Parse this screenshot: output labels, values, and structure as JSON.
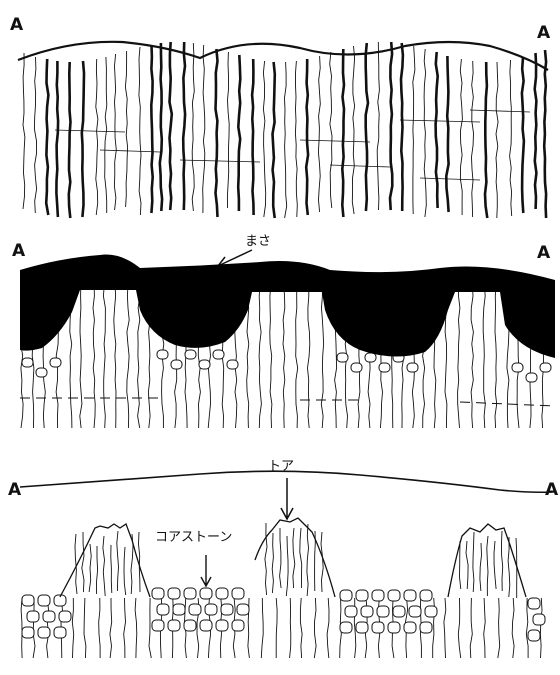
{
  "panels": [
    {
      "id": "top",
      "edge_marks": [
        "A",
        "A"
      ]
    },
    {
      "id": "middle",
      "edge_marks": [
        "A",
        "A"
      ],
      "callout": "まさ"
    },
    {
      "id": "bottom",
      "edge_marks": [
        "A",
        "A"
      ],
      "callouts": [
        "トア",
        "コアストーン"
      ]
    }
  ],
  "colors": {
    "ink": "#111111",
    "paper": "#ffffff",
    "saprolite": "#000000"
  }
}
